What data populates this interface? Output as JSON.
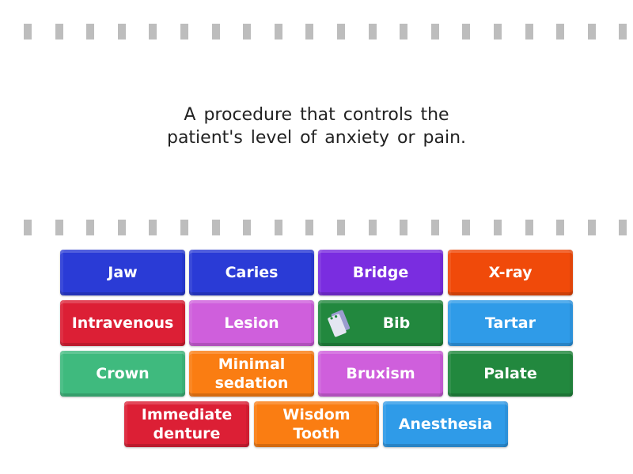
{
  "question": {
    "line1": "A procedure that controls the",
    "line2": "patient's level of anxiety or pain."
  },
  "tiles": [
    {
      "label": "Jaw",
      "color": "#2a3bd6"
    },
    {
      "label": "Caries",
      "color": "#2a3bd6"
    },
    {
      "label": "Bridge",
      "color": "#7a2de0"
    },
    {
      "label": "X-ray",
      "color": "#f04a0a"
    },
    {
      "label": "Intravenous",
      "color": "#dc1f35"
    },
    {
      "label": "Lesion",
      "color": "#cf5fdc"
    },
    {
      "label": "Bib",
      "color": "#22883e",
      "icon": "bib-card-icon"
    },
    {
      "label": "Tartar",
      "color": "#2f9be8"
    },
    {
      "label": "Crown",
      "color": "#3fba7e"
    },
    {
      "label": "Minimal sedation",
      "color": "#fa7d12"
    },
    {
      "label": "Bruxism",
      "color": "#cf5fdc"
    },
    {
      "label": "Palate",
      "color": "#22883e"
    },
    {
      "label": "Immediate denture",
      "color": "#dc1f35"
    },
    {
      "label": "Wisdom Tooth",
      "color": "#fa7d12"
    },
    {
      "label": "Anesthesia",
      "color": "#2f9be8"
    }
  ]
}
